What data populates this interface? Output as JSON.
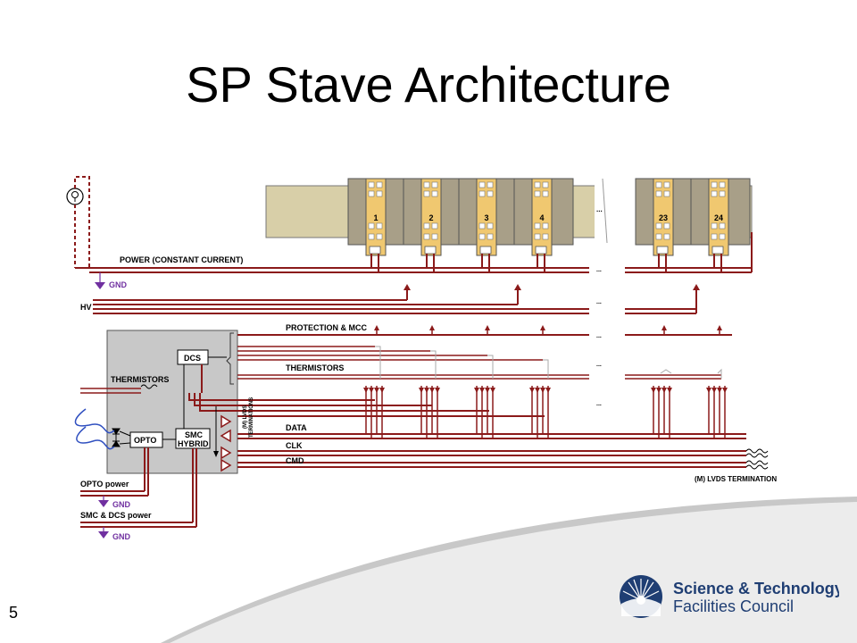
{
  "slide": {
    "title": "SP Stave Architecture",
    "page_number": "5"
  },
  "labels": {
    "power": "POWER (CONSTANT CURRENT)",
    "gnd": "GND",
    "hv": "HV",
    "protection": "PROTECTION & MCC",
    "dcs": "DCS",
    "thermistors_left": "THERMISTORS",
    "thermistors_bus": "THERMISTORS",
    "data": "DATA",
    "clk": "CLK",
    "cmd": "CMD",
    "opto": "OPTO",
    "smc_line1": "SMC",
    "smc_line2": "HYBRID",
    "opto_power": "OPTO power",
    "smc_dcs_power": "SMC & DCS power",
    "lvds_term": "(M) LVDS TERMINATION",
    "mlvds_line1": "(M) LVDS",
    "mlvds_line2": "TERMINATIONS"
  },
  "modules": [
    "1",
    "2",
    "3",
    "4",
    "23",
    "24"
  ],
  "logo": {
    "line1": "Science & Technology",
    "line2": "Facilities Council"
  },
  "colors": {
    "wire": "#8b1a1a",
    "stave": "#d8cfa8",
    "module": "#a89f88",
    "hybrid": "#f0c870",
    "gnd": "#7030a0",
    "smc_box": "#c8c8c8",
    "logo": "#1f3e73"
  }
}
